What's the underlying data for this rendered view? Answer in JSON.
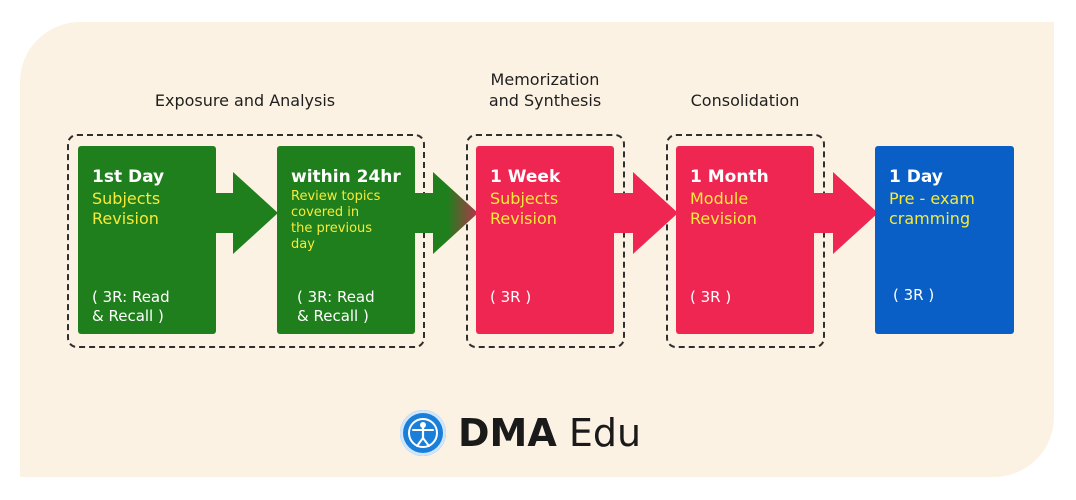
{
  "stages": [
    {
      "heading": "Exposure and Analysis"
    },
    {
      "heading": "Memorization\nand Synthesis"
    },
    {
      "heading": "Consolidation"
    }
  ],
  "cards": [
    {
      "title": "1st Day",
      "subtitle": "Subjects\nRevision",
      "note": "( 3R: Read\n& Recall )",
      "color": "#1f7f1d"
    },
    {
      "title": "within 24hr",
      "subtitle": "Review topics\ncovered in\nthe previous\nday",
      "note": "( 3R: Read\n& Recall )",
      "color": "#1f7f1d"
    },
    {
      "title": "1 Week",
      "subtitle": "Subjects\nRevision",
      "note": "( 3R )",
      "color": "#ee2651"
    },
    {
      "title": "1 Month",
      "subtitle": "Module\nRevision",
      "note": "( 3R )",
      "color": "#ee2651"
    },
    {
      "title": "1 Day",
      "subtitle": "Pre - exam\ncramming",
      "note": "( 3R )",
      "color": "#0a5fc7"
    }
  ],
  "colors": {
    "background": "#fcf2e3",
    "highlight_text": "#f6ea3b",
    "logo_blue": "#1b7fd9"
  },
  "brand": {
    "icon": "vitruvian-man-icon",
    "name_strong": "DMA",
    "name_light": " Edu"
  }
}
